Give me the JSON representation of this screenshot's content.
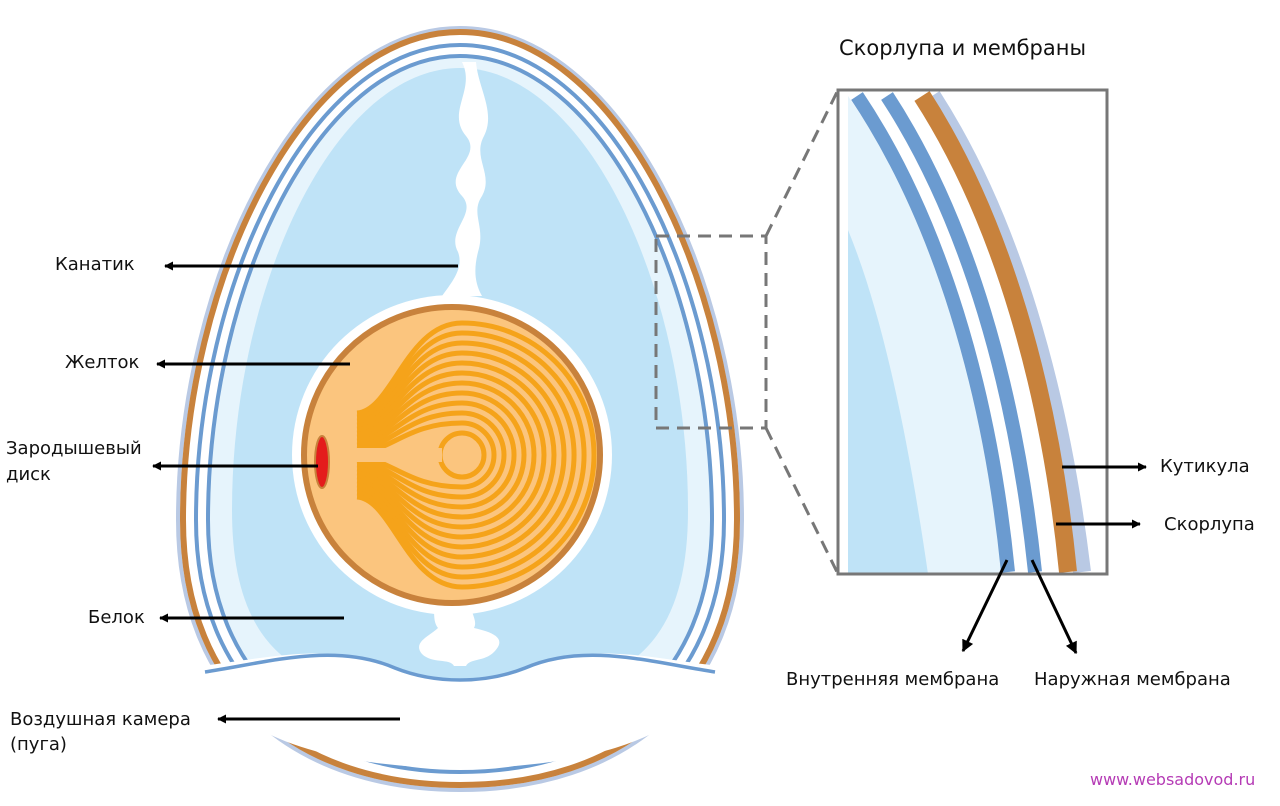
{
  "zoom_panel": {
    "title": "Скорлупа и мембраны"
  },
  "labels": {
    "chalaza": "Канатик",
    "yolk": "Желток",
    "germinal_disc_line1": "Зародышевый",
    "germinal_disc_line2": "диск",
    "albumen": "Белок",
    "air_cell_line1": "Воздушная камера",
    "air_cell_line2": "(пуга)",
    "cuticle": "Кутикула",
    "shell": "Скорлупа",
    "inner_membrane": "Внутренняя мембрана",
    "outer_membrane": "Наружная мембрана"
  },
  "watermark": "www.websadovod.ru",
  "colors": {
    "shell": "#c8823c",
    "membrane": "#6b9bd0",
    "albumen_outer": "#e6f4fc",
    "albumen_inner": "#bfe3f7",
    "yolk_fill": "#fbc57e",
    "yolk_rings": "#f5a31a",
    "yolk_edge": "#c8823c",
    "germinal_disc": "#e41c1c",
    "cuticle": "#b9c9e4",
    "arrows": "#000000"
  }
}
